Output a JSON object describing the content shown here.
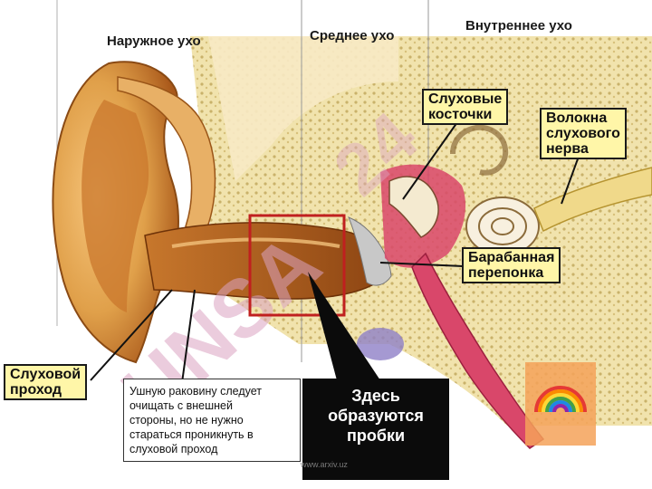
{
  "sections": {
    "outer": "Наружное ухо",
    "middle": "Среднее ухо",
    "inner": "Внутреннее ухо"
  },
  "labels": {
    "ossicles": [
      "Слуховые",
      "косточки"
    ],
    "nerve": [
      "Волокна",
      "слухового",
      "нерва"
    ],
    "eardrum": [
      "Барабанная",
      "перепонка"
    ],
    "canal": [
      "Слуховой",
      "проход"
    ]
  },
  "note": [
    "Ушную раковину следует",
    "очищать с внешней",
    "стороны, но не нужно",
    "стараться проникнуть в",
    "слуховой проход"
  ],
  "callout": [
    "Здесь",
    "образуются",
    "пробки"
  ],
  "watermark": {
    "url": "www.arxiv.uz"
  },
  "colors": {
    "label_bg": "#fff6a8",
    "skin": "#e0a04a",
    "skin_dark": "#b8661e",
    "tissue_pink": "#d9476a",
    "bone": "#f3e6b6",
    "highlight_box": "#c0201f",
    "watermark": "#dba3c2"
  },
  "icons": {
    "rainbow_logo": "rainbow-logo-icon"
  }
}
